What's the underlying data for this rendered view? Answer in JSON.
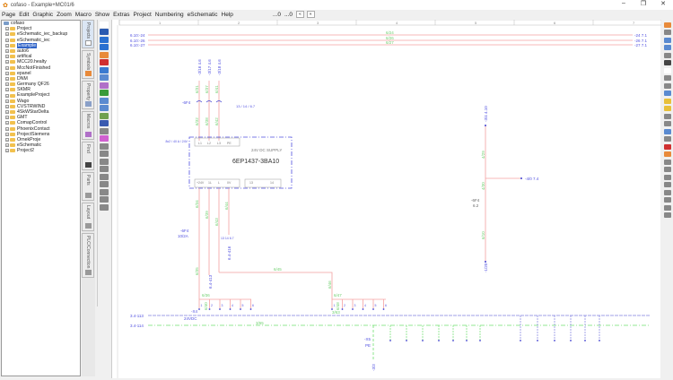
{
  "window": {
    "title": "cofaso - Example+MC01/6",
    "controls": [
      "–",
      "❐",
      "✕"
    ]
  },
  "menu": [
    "Page",
    "Edit",
    "Graphic",
    "Zoom",
    "Macro",
    "Show",
    "Extras",
    "Project",
    "Numbering",
    "eSchematic",
    "Help"
  ],
  "toolbar": {
    "page_from": "...0",
    "page_to": "...0",
    "nav_prev": "«",
    "nav_next": "«"
  },
  "tree": {
    "root": "cofaso",
    "selected": "Example",
    "items": [
      "Project",
      "eSchematic_iec_backup",
      "eSchematic_iec",
      "Example",
      "auto6",
      "artifical",
      "MCC20.healty",
      "MccNotFinished",
      "epanel",
      "DNM",
      "Germany QF26",
      "SKMR",
      "ExampleProject",
      "Wago",
      "CVSTRWIND",
      "4SkWStarDelta",
      "GMT",
      "ComapControl",
      "PhoenixContact",
      "ProjectSiemens",
      "OrnekProje",
      "eSchematic",
      "Project2"
    ]
  },
  "side_tabs": [
    "Projects",
    "Symbols",
    "Property",
    "Macros",
    "Find",
    "Parts",
    "Layout",
    "PLC/Connection"
  ],
  "ruler": [
    "1",
    "2",
    "3",
    "4",
    "5",
    "6",
    "7"
  ],
  "schematic": {
    "left_refs": [
      "6.10:-24",
      "6.10:-26",
      "6.10:-27"
    ],
    "right_refs": [
      "-24 7.1",
      "-26 7.1",
      "-27 7.1"
    ],
    "top_wires": [
      "6/24",
      "6/26",
      "6/27"
    ],
    "breaker_refs": [
      "-3/16 4.6",
      "-3/17 4.6",
      "-3/18 4.6"
    ],
    "breaker_wires_in": [
      "6/31",
      "6/37",
      "6/41"
    ],
    "breaker_wires_out": [
      "6/32",
      "6/38",
      "6/42"
    ],
    "breaker_label": "-6F4",
    "breaker_contact": "13 / 14 / 6.7",
    "psu_side_label": "8x2 / 40 A / 24V",
    "psu_title": "24V DC SUPPLY",
    "psu_part": "6EP1437-3BA10",
    "psu_in_pins": [
      "L1",
      "L2",
      "L3",
      "PE"
    ],
    "psu_out_pins": [
      "+24V",
      "1L",
      "L",
      "0V"
    ],
    "psu_out2_pins": [
      "13",
      "14"
    ],
    "f2_label": "-6F4",
    "f2_rating": "10/2A",
    "f2_contact": "13 14 6.7",
    "wires_mid": [
      "6/34",
      "6/39",
      "6/43",
      "6/44",
      "6/45",
      "6/46",
      "6/35",
      "6/36",
      "6/47",
      "6/48",
      "6/40"
    ],
    "mid_refs": [
      "6.4-413",
      "6.4-416"
    ],
    "x4_label": "-X4",
    "x4_voltage": "24VDC",
    "terminals": [
      "1",
      "2",
      "3",
      "4",
      "5",
      "6"
    ],
    "right_branch": {
      "top_ref": "-3/4 4.10",
      "wires": [
        "4/29",
        "4/30",
        "6/10"
      ],
      "out_ref": "-4/0 7.4",
      "contact_label": "-6F4",
      "contact_ref": "6.2",
      "bottom_ref": "-1/20"
    },
    "bottom_refs": [
      "3.4-113",
      "3.4-114"
    ],
    "bottom_wires": [
      "3/63",
      "3/65"
    ],
    "pe_label": "-X5",
    "pe_text": "PE",
    "pe_bottom": "-3/3"
  }
}
